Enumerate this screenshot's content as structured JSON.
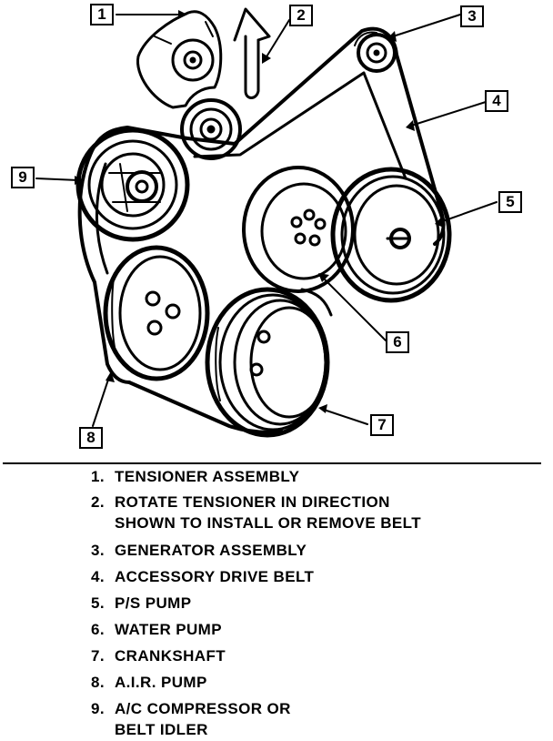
{
  "callouts": [
    "1",
    "2",
    "3",
    "4",
    "5",
    "6",
    "7",
    "8",
    "9"
  ],
  "legend": [
    {
      "num": "1.",
      "text": "TENSIONER ASSEMBLY"
    },
    {
      "num": "2.",
      "text": "ROTATE TENSIONER IN DIRECTION\nSHOWN TO INSTALL OR REMOVE BELT"
    },
    {
      "num": "3.",
      "text": "GENERATOR ASSEMBLY"
    },
    {
      "num": "4.",
      "text": "ACCESSORY DRIVE BELT"
    },
    {
      "num": "5.",
      "text": "P/S PUMP"
    },
    {
      "num": "6.",
      "text": "WATER PUMP"
    },
    {
      "num": "7.",
      "text": "CRANKSHAFT"
    },
    {
      "num": "8.",
      "text": "A.I.R. PUMP"
    },
    {
      "num": "9.",
      "text": "A/C COMPRESSOR OR\nBELT IDLER"
    }
  ]
}
